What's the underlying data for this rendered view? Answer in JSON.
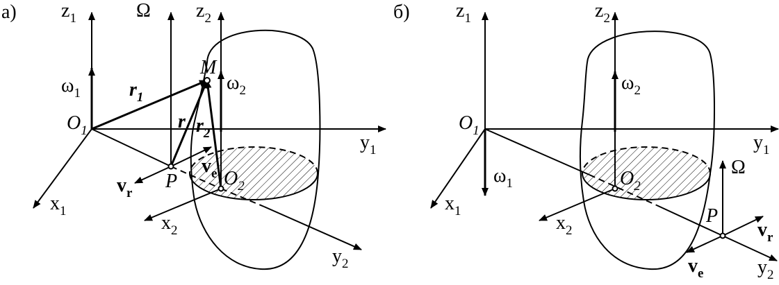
{
  "panels": {
    "a": {
      "tag": "а)",
      "axes": {
        "z1": {
          "base": "z",
          "sub": "1"
        },
        "y1": {
          "base": "y",
          "sub": "1"
        },
        "x1": {
          "base": "x",
          "sub": "1"
        },
        "z2": {
          "base": "z",
          "sub": "2"
        },
        "x2": {
          "base": "x",
          "sub": "2"
        },
        "y2": {
          "base": "y",
          "sub": "2"
        }
      },
      "omega_big": "Ω",
      "omega1": {
        "base": "ω",
        "sub": "1"
      },
      "omega2": {
        "base": "ω",
        "sub": "2"
      },
      "O1": {
        "base": "O",
        "sub": "1"
      },
      "O2": {
        "base": "O",
        "sub": "2"
      },
      "M": "M",
      "P": "P",
      "r": "r",
      "r1": {
        "base": "r",
        "sub": "1"
      },
      "r2": {
        "base": "r",
        "sub": "2"
      },
      "vr": {
        "base": "v",
        "sub": "r"
      },
      "ve": {
        "base": "v",
        "sub": "e"
      }
    },
    "b": {
      "tag": "б)",
      "axes": {
        "z1": {
          "base": "z",
          "sub": "1"
        },
        "y1": {
          "base": "y",
          "sub": "1"
        },
        "x1": {
          "base": "x",
          "sub": "1"
        },
        "z2": {
          "base": "z",
          "sub": "2"
        },
        "x2": {
          "base": "x",
          "sub": "2"
        },
        "y2": {
          "base": "y",
          "sub": "2"
        }
      },
      "omega_big": "Ω",
      "omega1": {
        "base": "ω",
        "sub": "1"
      },
      "omega2": {
        "base": "ω",
        "sub": "2"
      },
      "O1": {
        "base": "O",
        "sub": "1"
      },
      "O2": {
        "base": "O",
        "sub": "2"
      },
      "P": "P",
      "vr": {
        "base": "v",
        "sub": "r"
      },
      "ve": {
        "base": "v",
        "sub": "e"
      }
    }
  }
}
